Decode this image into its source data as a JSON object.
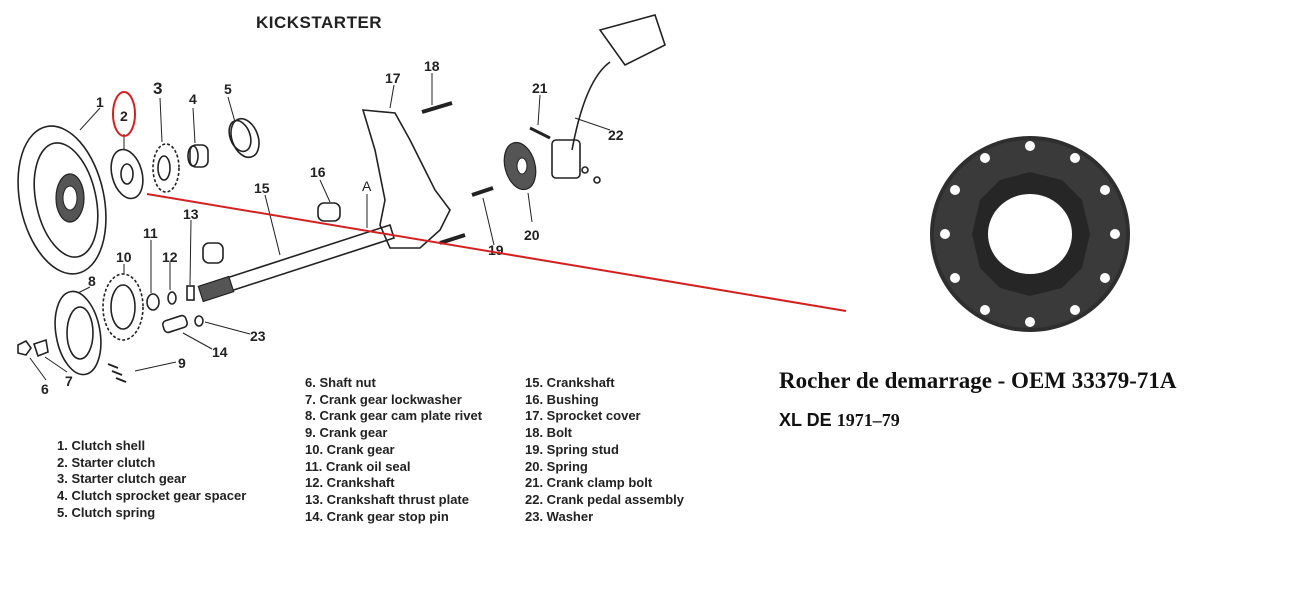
{
  "diagram": {
    "title": "KICKSTARTER",
    "callouts": [
      "1",
      "2",
      "3",
      "4",
      "5",
      "6",
      "7",
      "8",
      "9",
      "10",
      "11",
      "12",
      "13",
      "14",
      "15",
      "16",
      "17",
      "18",
      "19",
      "20",
      "21",
      "22",
      "23",
      "A"
    ],
    "highlight_color": "#d42020"
  },
  "legend": {
    "col1": [
      "1.  Clutch shell",
      "2.  Starter clutch",
      "3.  Starter clutch gear",
      "4.  Clutch sprocket gear spacer",
      "5.  Clutch spring"
    ],
    "col2": [
      "6.  Shaft nut",
      "7.  Crank gear lockwasher",
      "8.  Crank gear cam plate rivet",
      "9.  Crank gear",
      "10.  Crank gear",
      "11.  Crank oil seal",
      "12.  Crankshaft",
      "13.  Crankshaft thrust plate",
      "14.  Crank gear stop pin"
    ],
    "col3": [
      "15.  Crankshaft",
      "16.  Bushing",
      "17.  Sprocket cover",
      "18.  Bolt",
      "19.  Spring stud",
      "20.  Spring",
      "21.  Crank clamp bolt",
      "22.  Crank pedal assembly",
      "23.  Washer"
    ]
  },
  "product": {
    "title": "Rocher de demarrage - OEM 33379-71A",
    "subtitle_model": "XL DE",
    "subtitle_years": "1971–79"
  }
}
